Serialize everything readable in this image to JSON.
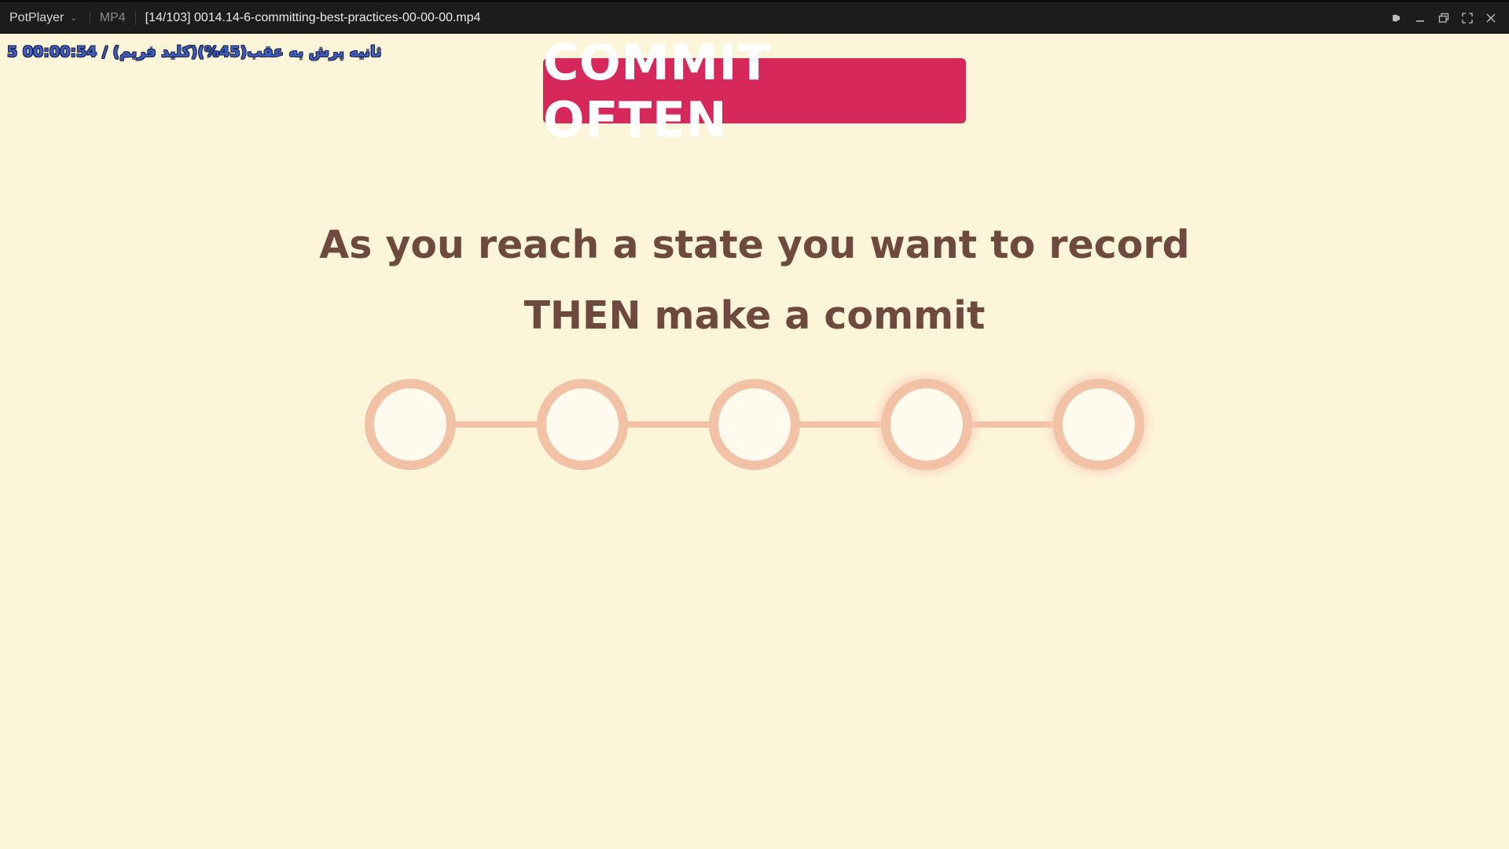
{
  "titlebar": {
    "app_name": "PotPlayer",
    "format": "MP4",
    "file_title": "[14/103] 0014.14-6-committing-best-practices-00-00-00.mp4"
  },
  "osd": {
    "text": "5 00:00:54 / (کلید فریم)ثانیه پرش به عقب(45%)"
  },
  "slide": {
    "heading": "COMMIT OFTEN",
    "line1": "As you reach a state you want to record",
    "line2": "THEN make a commit",
    "node_count": 5
  },
  "colors": {
    "background": "#fdf5da",
    "heading_bg": "#d6285a",
    "text": "#6e4a3e",
    "node_ring": "#f2c2a6",
    "node_fill": "#fff9ee"
  },
  "icons": [
    "pin-icon",
    "minimize-icon",
    "restore-icon",
    "fullscreen-icon",
    "close-icon"
  ]
}
